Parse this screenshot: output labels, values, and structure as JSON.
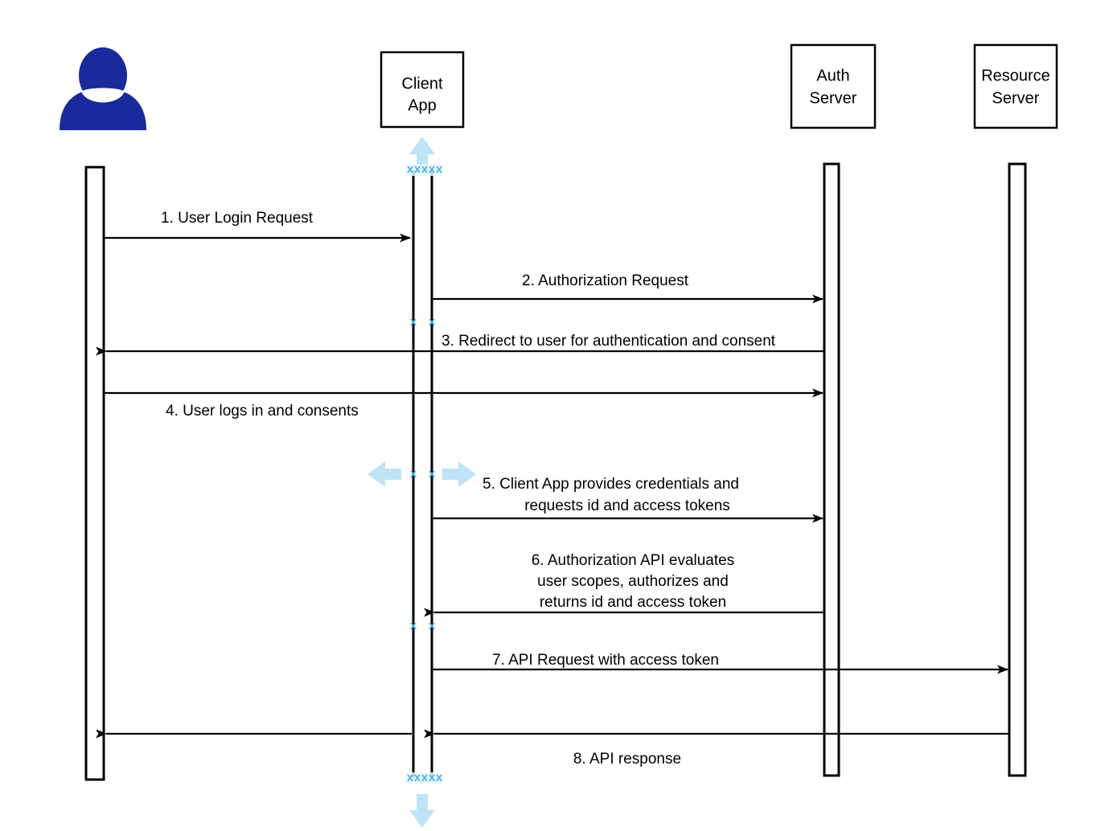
{
  "diagram": {
    "title": "OAuth / OIDC Authorization Sequence",
    "type": "uml-sequence-diagram",
    "colors": {
      "actor": "#1a2a9c",
      "line": "#000000",
      "background": "#ffffff",
      "selection_handle": "#4cb3e0",
      "selection_arrow": "#bfe4f5"
    }
  },
  "participants": [
    {
      "id": "user",
      "icon": "user-actor-icon",
      "label": "",
      "shape": "actor"
    },
    {
      "id": "client-app",
      "label_line1": "Client",
      "label_line2": "App",
      "shape": "box"
    },
    {
      "id": "auth-server",
      "label_line1": "Auth",
      "label_line2": "Server",
      "shape": "box"
    },
    {
      "id": "resource-server",
      "label_line1": "Resource",
      "label_line2": "Server",
      "shape": "box"
    }
  ],
  "messages": [
    {
      "num": "1",
      "text": "1. User Login Request",
      "from": "user",
      "to": "client-app",
      "direction": "right"
    },
    {
      "num": "2",
      "text": "2. Authorization Request",
      "from": "client-app",
      "to": "auth-server",
      "direction": "right"
    },
    {
      "num": "3",
      "text": "3. Redirect to user for authentication and consent",
      "from": "auth-server",
      "to": "user",
      "direction": "left"
    },
    {
      "num": "4",
      "text": "4. User logs in and consents",
      "from": "user",
      "to": "auth-server",
      "direction": "right"
    },
    {
      "num": "5",
      "text_line1": "5. Client App provides credentials and",
      "text_line2": "requests id and access tokens",
      "from": "client-app",
      "to": "auth-server",
      "direction": "right"
    },
    {
      "num": "6",
      "text_line1": "6. Authorization API evaluates",
      "text_line2": "user scopes, authorizes and",
      "text_line3": "returns id and access token",
      "from": "auth-server",
      "to": "client-app",
      "direction": "left"
    },
    {
      "num": "7",
      "text": "7. API Request with access token",
      "from": "client-app",
      "to": "resource-server",
      "direction": "right"
    },
    {
      "num": "8",
      "text": "8. API response",
      "from": "resource-server",
      "to": "client-app",
      "direction": "left"
    }
  ],
  "selection": {
    "handle_glyph": "x",
    "top_arrow_icon": "resize-up-arrow-icon",
    "bottom_arrow_icon": "resize-down-arrow-icon",
    "left_arrow_icon": "resize-left-arrow-icon",
    "right_arrow_icon": "resize-right-arrow-icon"
  }
}
